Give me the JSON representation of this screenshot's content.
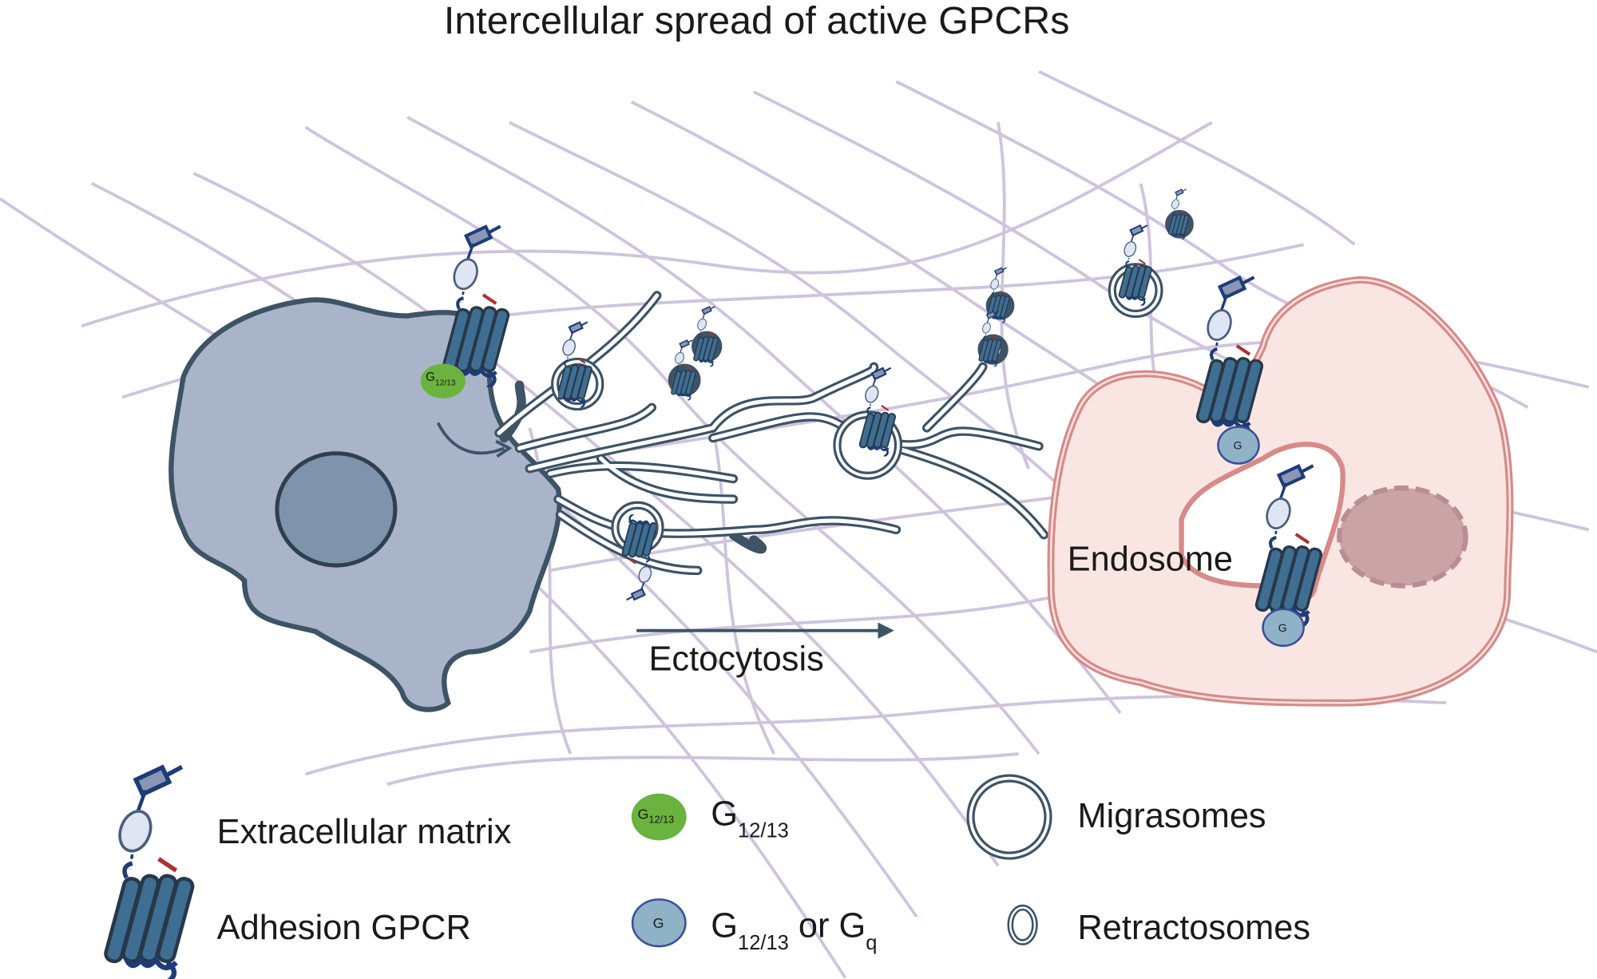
{
  "title": "Intercellular spread of active GPCRs",
  "labels": {
    "ectocytosis": "Ectocytosis",
    "endosome": "Endosome",
    "g_small": "G",
    "g1213_sub": "12/13"
  },
  "legend": {
    "ecm": "Extracellular matrix",
    "gpcr": "Adhesion GPCR",
    "g1213_main": "G",
    "g1213_sub": "12/13",
    "gq_main1": "G",
    "gq_sub1": "12/13",
    "gq_or": " or G",
    "gq_sub2": "q",
    "migrasomes": "Migrasomes",
    "retractosomes": "Retractosomes",
    "g_badge": "G",
    "g1213_badge_main": "G",
    "g1213_badge_sub": "12/13"
  },
  "colors": {
    "fiber": "#cfc3dd",
    "source_cell": "#a9b4c8",
    "source_outline": "#3d5366",
    "target_cell": "#f9e6e3",
    "target_outline": "#d88a88",
    "receptor": "#3f6e93",
    "g1213": "#6bb33f",
    "gq": "#8fb2c6"
  }
}
